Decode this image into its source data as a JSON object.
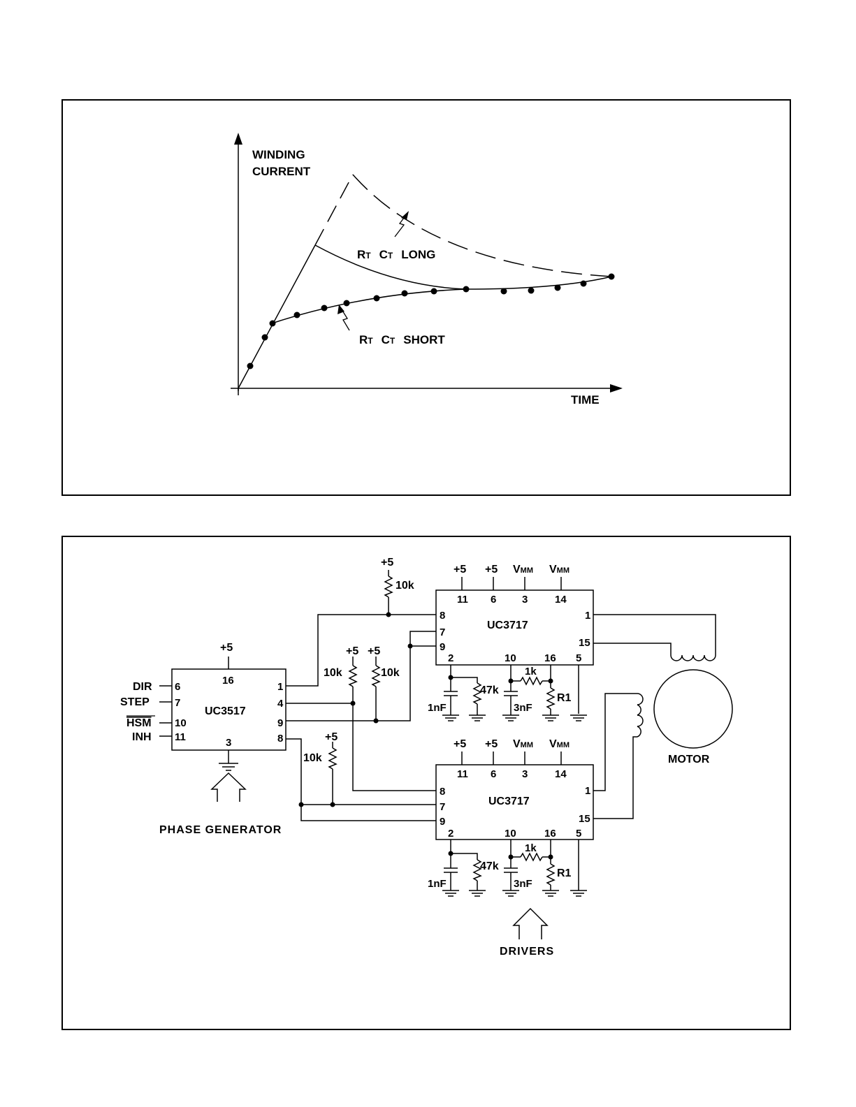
{
  "graph": {
    "y_label_1": "WINDING",
    "y_label_2": "CURRENT",
    "x_label": "TIME",
    "long_rt": "R",
    "long_rt_sub": "T",
    "long_ct": "C",
    "long_ct_sub": "T",
    "long_word": "LONG",
    "short_rt": "R",
    "short_rt_sub": "T",
    "short_ct": "C",
    "short_ct_sub": "T",
    "short_word": "SHORT"
  },
  "schematic": {
    "phase_gen": {
      "chip": "UC3517",
      "supply": "+5",
      "pin_top": "16",
      "pin_bottom": "3",
      "left_pins": [
        {
          "label": "DIR",
          "pin": "6"
        },
        {
          "label": "STEP",
          "pin": "7"
        },
        {
          "label": "HSM",
          "pin": "10"
        },
        {
          "label": "INH",
          "pin": "11"
        }
      ],
      "right_pins": [
        "1",
        "4",
        "9",
        "8"
      ],
      "caption": "PHASE GENERATOR"
    },
    "driver_top": {
      "chip": "UC3717",
      "supplies": [
        "+5",
        "+5",
        "V",
        "V"
      ],
      "supply_sub": "MM",
      "top_pins": [
        "11",
        "6",
        "3",
        "14"
      ],
      "left_pins": [
        "8",
        "7",
        "9"
      ],
      "right_pins": [
        "1",
        "15"
      ],
      "bottom_pins": [
        "2",
        "10",
        "16",
        "5"
      ]
    },
    "driver_bottom": {
      "chip": "UC3717",
      "supplies": [
        "+5",
        "+5",
        "V",
        "V"
      ],
      "supply_sub": "MM",
      "top_pins": [
        "11",
        "6",
        "3",
        "14"
      ],
      "left_pins": [
        "8",
        "7",
        "9"
      ],
      "right_pins": [
        "1",
        "15"
      ],
      "bottom_pins": [
        "2",
        "10",
        "16",
        "5"
      ]
    },
    "pullups": {
      "top_supply": "+5",
      "top_value": "10k",
      "mid_supply_a": "+5",
      "mid_supply_b": "+5",
      "mid_value_a": "10k",
      "mid_value_b": "10k",
      "low_supply": "+5",
      "low_value": "10k"
    },
    "components_top": {
      "c1": "1nF",
      "r1": "47k",
      "c2": "3nF",
      "r2": "1k",
      "r3": "R1"
    },
    "components_bottom": {
      "c1": "1nF",
      "r1": "47k",
      "c2": "3nF",
      "r2": "1k",
      "r3": "R1"
    },
    "motor_label": "MOTOR",
    "drivers_caption": "DRIVERS"
  }
}
